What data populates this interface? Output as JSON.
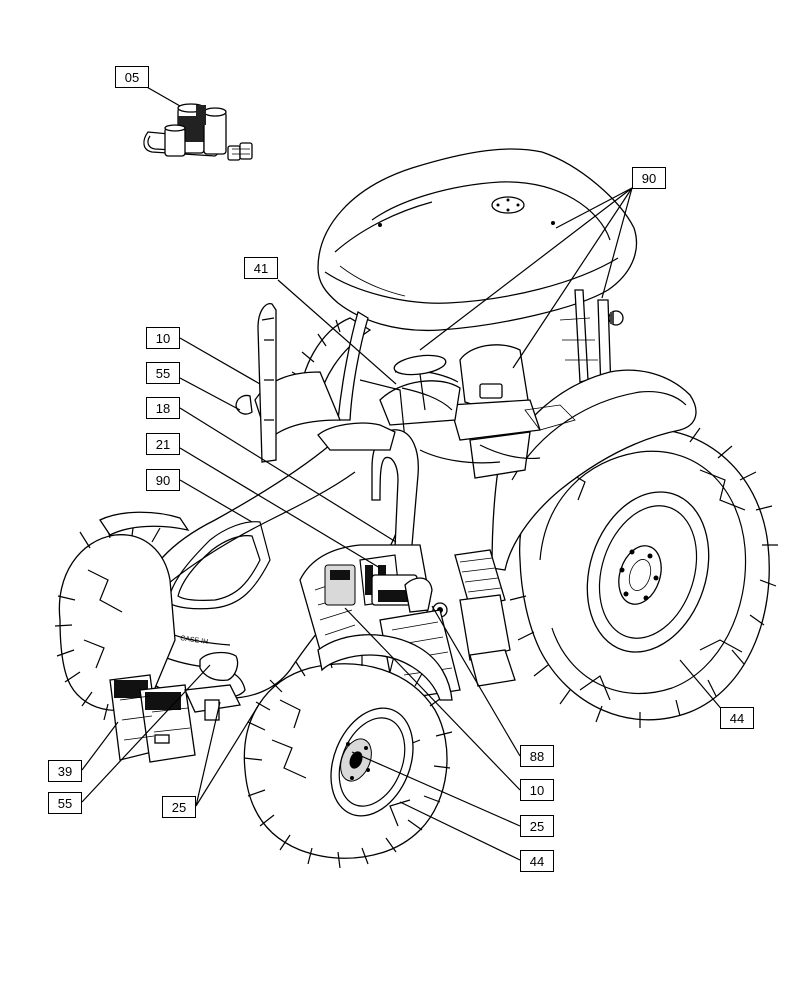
{
  "callouts": {
    "c05": "05",
    "c90_top": "90",
    "c41": "41",
    "c10_left": "10",
    "c55_left": "55",
    "c18": "18",
    "c21": "21",
    "c90_left": "90",
    "c39": "39",
    "c55_bottom": "55",
    "c25_bottom": "25",
    "c88": "88",
    "c10_right": "10",
    "c25_right": "25",
    "c44_right": "44",
    "c44_bottom": "44"
  }
}
